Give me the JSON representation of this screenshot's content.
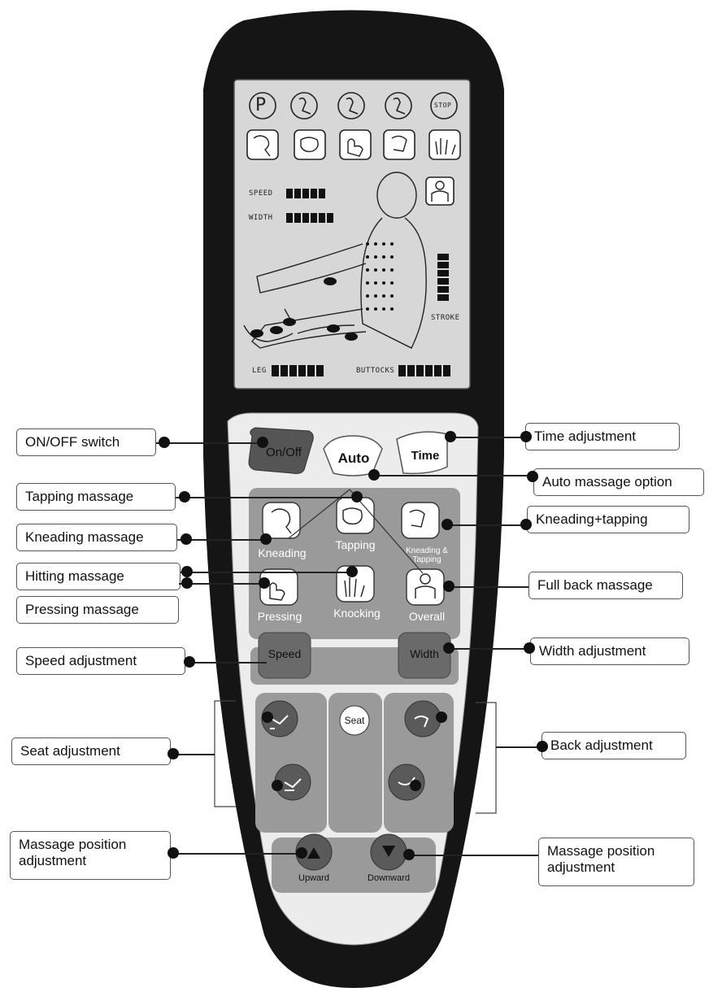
{
  "remote": {
    "lcd": {
      "speed_label": "SPEED",
      "width_label": "WIDTH",
      "stroke_label": "STROKE",
      "leg_label": "LEG",
      "buttocks_label": "BUTTOCKS",
      "stop_label": "STOP",
      "p_label": "P"
    },
    "buttons": {
      "onoff": "On/Off",
      "auto": "Auto",
      "time": "Time",
      "kneading": "Kneading",
      "tapping": "Tapping",
      "kneading_tapping": "Kneading & Tapping",
      "pressing": "Pressing",
      "knocking": "Knocking",
      "overall": "Overall",
      "speed": "Speed",
      "width": "Width",
      "seat": "Seat",
      "upward": "Upward",
      "downward": "Downward"
    }
  },
  "callouts": {
    "onoff_switch": "ON/OFF switch",
    "time_adjustment": "Time adjustment",
    "auto_massage_option": "Auto massage option",
    "tapping_massage": "Tapping massage",
    "kneading_tapping": "Kneading+tapping",
    "kneading_massage": "Kneading massage",
    "hitting_massage": "Hitting massage",
    "full_back_massage": "Full back massage",
    "pressing_massage": "Pressing massage",
    "speed_adjustment": "Speed adjustment",
    "width_adjustment": "Width adjustment",
    "seat_adjustment": "Seat adjustment",
    "back_adjustment": "Back adjustment",
    "massage_position_left_line1": "Massage position",
    "massage_position_left_line2": "adjustment",
    "massage_position_right_line1": "Massage position",
    "massage_position_right_line2": "adjustment"
  }
}
